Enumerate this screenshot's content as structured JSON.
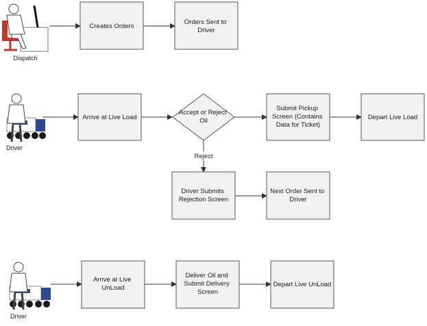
{
  "actors": {
    "dispatch": "Dispatch",
    "driver_pickup": "Driver",
    "driver_delivery": "Driver"
  },
  "nodes": {
    "creates_orders": [
      "Creates Orders"
    ],
    "orders_sent": [
      "Orders Sent to",
      "Driver"
    ],
    "arrive_live_load": [
      "Arrive at Live Load"
    ],
    "accept_reject": [
      "Accept or Reject",
      "Oil"
    ],
    "submit_pickup": [
      "Submit Pickup",
      "Screen (Contains",
      "Data for Ticket)"
    ],
    "depart_live_load": [
      "Depart Live Load"
    ],
    "rejection_screen": [
      "Driver Submits",
      "Rejection Screen"
    ],
    "next_order": [
      "Next Order Sent to",
      "Driver"
    ],
    "arrive_unload": [
      "Arrive at Live",
      "UnLoad"
    ],
    "deliver_oil": [
      "Deliver Oil and",
      "Submit Delivery",
      "Screen"
    ],
    "depart_unload": [
      "Depart Live UnLoad"
    ]
  },
  "edges": {
    "reject_label": "Reject"
  },
  "colors": {
    "box_fill": "#f2f2f2",
    "box_stroke": "#555555",
    "arrow": "#333333",
    "chair_red": "#c0392b",
    "truck_blue": "#2e4a8c",
    "wheel_black": "#1a1a1a"
  },
  "icons": {
    "dispatcher": "person-at-computer-icon",
    "driver": "person-with-truck-icon"
  }
}
